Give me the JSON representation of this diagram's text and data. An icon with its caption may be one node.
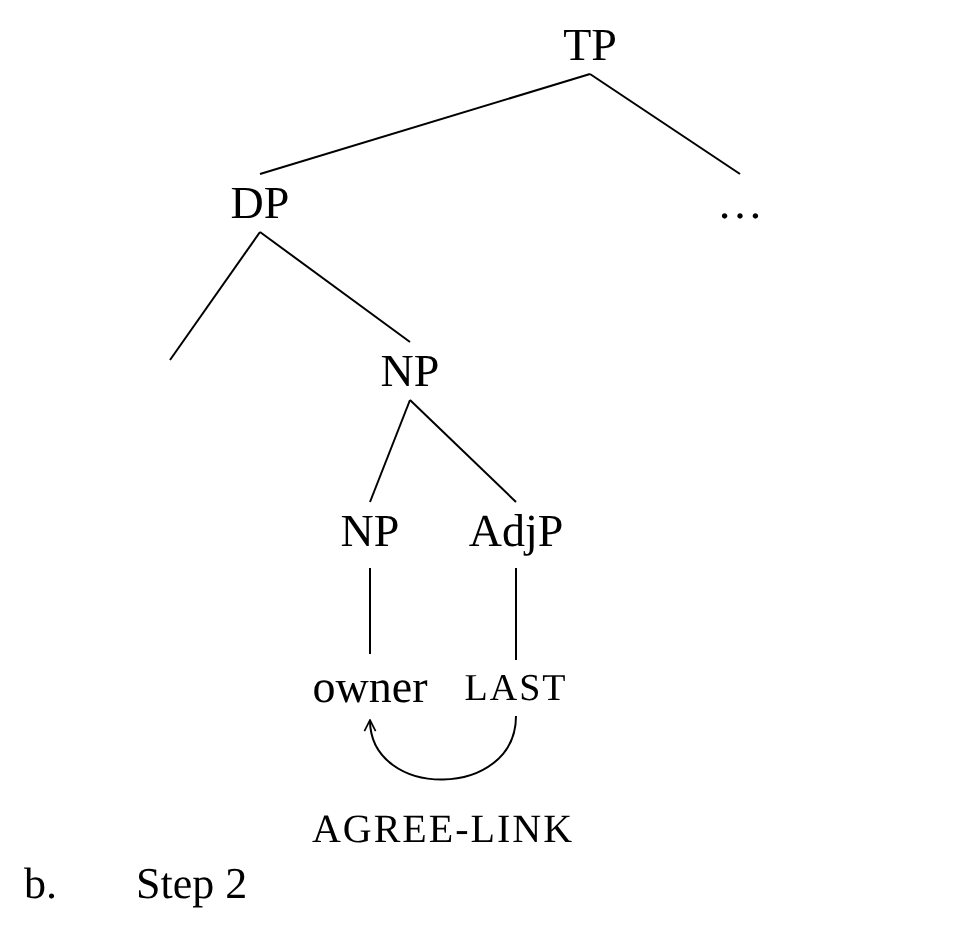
{
  "diagram": {
    "nodes": [
      {
        "text": [
          "TP"
        ]
      },
      {
        "text": [
          "DP"
        ]
      },
      {
        "text": [
          "…"
        ]
      },
      {
        "text": [
          "NP"
        ]
      },
      {
        "text": [
          "NP"
        ]
      },
      {
        "text": [
          "AdjP"
        ]
      },
      {
        "text": [
          "owner"
        ]
      },
      {
        "text": [
          "LAST"
        ]
      }
    ],
    "edges": [
      {
        "from": 0,
        "to": 1,
        "arrow": "none"
      },
      {
        "from": 0,
        "to": 2,
        "arrow": "none"
      },
      {
        "from": 1,
        "to": null,
        "arrow": "none"
      },
      {
        "from": 1,
        "to": 3,
        "arrow": "none"
      },
      {
        "from": 3,
        "to": 4,
        "arrow": "none"
      },
      {
        "from": 3,
        "to": 5,
        "arrow": "none"
      },
      {
        "from": 4,
        "to": 6,
        "arrow": "none"
      },
      {
        "from": 5,
        "to": 7,
        "arrow": "none"
      },
      {
        "from": 7,
        "to": 6,
        "arrow": "to",
        "label": "AGREE-LINK"
      }
    ],
    "labels": [
      "b.",
      "Step 2"
    ]
  }
}
